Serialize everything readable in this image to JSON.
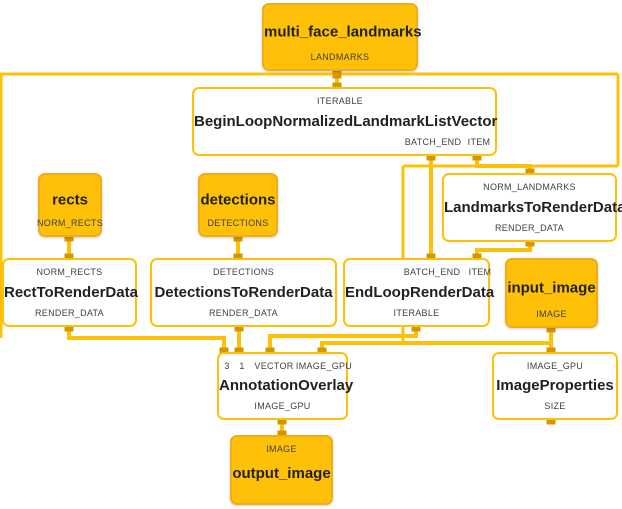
{
  "app": {
    "type": "graph-visualizer",
    "background": "#ffffff"
  },
  "colors": {
    "stream_node_fill": "#FFC107",
    "stream_node_border": "#F3AC17",
    "calculator_node_fill": "#FFFFFF",
    "calculator_node_border": "#FFC107",
    "edge": "#FFC107",
    "port_connector": "#D49600",
    "title_text": "#212121",
    "port_text": "#3F3F3F"
  },
  "nodes": {
    "multi_face_landmarks": {
      "title": "multi_face_landmarks",
      "type": "stream",
      "output_ports": [
        "LANDMARKS"
      ]
    },
    "begin_loop": {
      "title": "BeginLoopNormalizedLandmarkListVector",
      "type": "calculator",
      "input_ports": [
        "ITERABLE"
      ],
      "output_ports": [
        "BATCH_END",
        "ITEM"
      ]
    },
    "rects": {
      "title": "rects",
      "type": "stream",
      "output_ports": [
        "NORM_RECTS"
      ]
    },
    "detections": {
      "title": "detections",
      "type": "stream",
      "output_ports": [
        "DETECTIONS"
      ]
    },
    "landmarks_to_render_data": {
      "title": "LandmarksToRenderData",
      "type": "calculator",
      "input_ports": [
        "NORM_LANDMARKS"
      ],
      "output_ports": [
        "RENDER_DATA"
      ]
    },
    "rect_to_render_data": {
      "title": "RectToRenderData",
      "type": "calculator",
      "input_ports": [
        "NORM_RECTS"
      ],
      "output_ports": [
        "RENDER_DATA"
      ]
    },
    "detections_to_render_data": {
      "title": "DetectionsToRenderData",
      "type": "calculator",
      "input_ports": [
        "DETECTIONS"
      ],
      "output_ports": [
        "RENDER_DATA"
      ]
    },
    "end_loop_render_data": {
      "title": "EndLoopRenderData",
      "type": "calculator",
      "input_ports": [
        "BATCH_END",
        "ITEM"
      ],
      "output_ports": [
        "ITERABLE"
      ]
    },
    "input_image": {
      "title": "input_image",
      "type": "stream",
      "output_ports": [
        "IMAGE"
      ]
    },
    "annotation_overlay": {
      "title": "AnnotationOverlay",
      "type": "calculator",
      "input_ports": [
        "3",
        "1",
        "VECTOR",
        "IMAGE_GPU"
      ],
      "output_ports": [
        "IMAGE_GPU"
      ]
    },
    "image_properties": {
      "title": "ImageProperties",
      "type": "calculator",
      "input_ports": [
        "IMAGE_GPU"
      ],
      "output_ports": [
        "SIZE"
      ]
    },
    "output_image": {
      "title": "output_image",
      "type": "stream",
      "input_ports": [
        "IMAGE"
      ]
    }
  },
  "edges": [
    {
      "from": "multi_face_landmarks",
      "from_port": "LANDMARKS",
      "to": "begin_loop",
      "to_port": "ITERABLE"
    },
    {
      "from": "begin_loop",
      "from_port": "BATCH_END",
      "to": "end_loop_render_data",
      "to_port": "BATCH_END"
    },
    {
      "from": "begin_loop",
      "from_port": "ITEM",
      "to": "landmarks_to_render_data",
      "to_port": "NORM_LANDMARKS"
    },
    {
      "from": "landmarks_to_render_data",
      "from_port": "RENDER_DATA",
      "to": "end_loop_render_data",
      "to_port": "ITEM"
    },
    {
      "from": "rects",
      "from_port": "NORM_RECTS",
      "to": "rect_to_render_data",
      "to_port": "NORM_RECTS"
    },
    {
      "from": "detections",
      "from_port": "DETECTIONS",
      "to": "detections_to_render_data",
      "to_port": "DETECTIONS"
    },
    {
      "from": "rect_to_render_data",
      "from_port": "RENDER_DATA",
      "to": "annotation_overlay",
      "to_port": "3"
    },
    {
      "from": "detections_to_render_data",
      "from_port": "RENDER_DATA",
      "to": "annotation_overlay",
      "to_port": "1"
    },
    {
      "from": "end_loop_render_data",
      "from_port": "ITERABLE",
      "to": "annotation_overlay",
      "to_port": "VECTOR"
    },
    {
      "from": "input_image",
      "from_port": "IMAGE",
      "to": "annotation_overlay",
      "to_port": "IMAGE_GPU"
    },
    {
      "from": "input_image",
      "from_port": "IMAGE",
      "to": "image_properties",
      "to_port": "IMAGE_GPU"
    },
    {
      "from": "annotation_overlay",
      "from_port": "IMAGE_GPU",
      "to": "output_image",
      "to_port": "IMAGE"
    }
  ]
}
